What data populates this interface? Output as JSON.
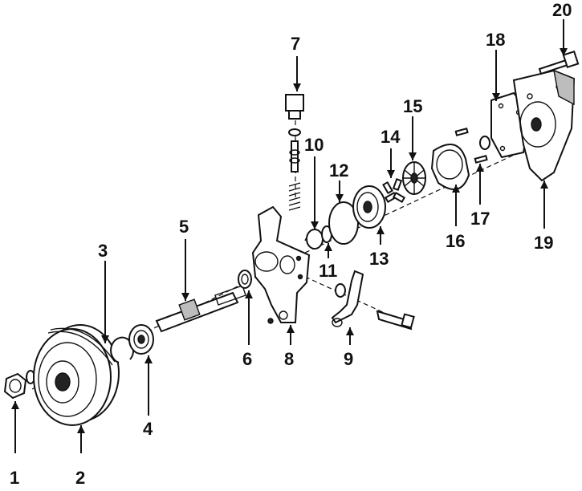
{
  "diagram": {
    "callouts": [
      {
        "id": "callout-1",
        "label": "1"
      },
      {
        "id": "callout-2",
        "label": "2"
      },
      {
        "id": "callout-3",
        "label": "3"
      },
      {
        "id": "callout-4",
        "label": "4"
      },
      {
        "id": "callout-5",
        "label": "5"
      },
      {
        "id": "callout-6",
        "label": "6"
      },
      {
        "id": "callout-7",
        "label": "7"
      },
      {
        "id": "callout-8",
        "label": "8"
      },
      {
        "id": "callout-9",
        "label": "9"
      },
      {
        "id": "callout-10",
        "label": "10"
      },
      {
        "id": "callout-11",
        "label": "11"
      },
      {
        "id": "callout-12",
        "label": "12"
      },
      {
        "id": "callout-13",
        "label": "13"
      },
      {
        "id": "callout-14",
        "label": "14"
      },
      {
        "id": "callout-15",
        "label": "15"
      },
      {
        "id": "callout-16",
        "label": "16"
      },
      {
        "id": "callout-17",
        "label": "17"
      },
      {
        "id": "callout-18",
        "label": "18"
      },
      {
        "id": "callout-19",
        "label": "19"
      },
      {
        "id": "callout-20",
        "label": "20"
      }
    ]
  }
}
